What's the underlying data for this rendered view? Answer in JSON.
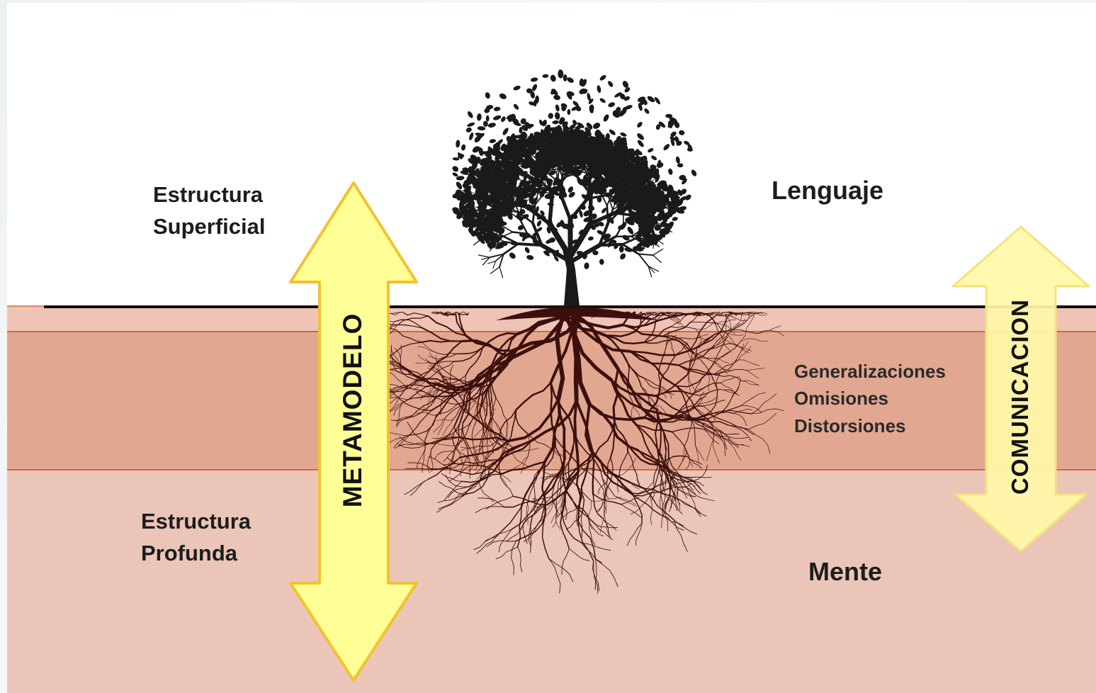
{
  "labels": {
    "estructura_superficial": [
      "Estructura",
      "Superficial"
    ],
    "estructura_profunda": [
      "Estructura",
      "Profunda"
    ],
    "lenguaje": "Lenguaje",
    "mente": "Mente",
    "procesos": [
      "Generalizaciones",
      "Omisiones",
      "Distorsiones"
    ],
    "metamodelo": "METAMODELO",
    "comunicacion": "COMUNICACION"
  },
  "colors": {
    "sky": "#ffffff",
    "soil_top": "#efc3b5",
    "soil_band": "#e2a791",
    "soil_deep": "#ecc5b9",
    "band_line": "#d2683f",
    "ground_line": "#111111",
    "arrow_fill": "#ffff96",
    "arrow_stroke": "#f2c230",
    "comunicacion_fill": "#fff8a8",
    "tree": "#1a1a1a",
    "roots": "#3b100c"
  }
}
